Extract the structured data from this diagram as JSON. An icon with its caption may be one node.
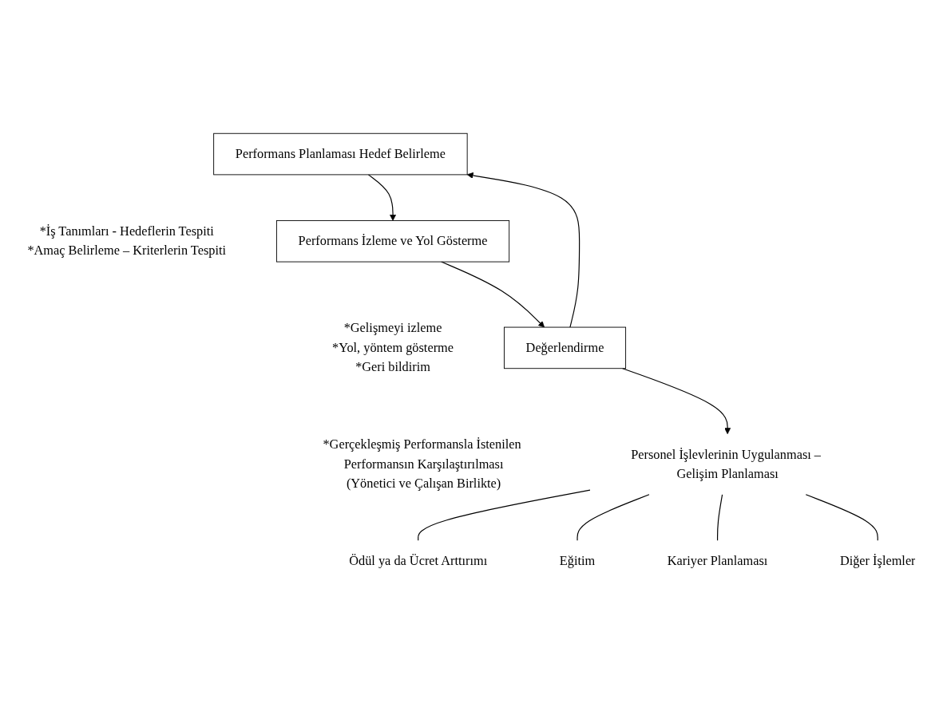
{
  "diagram": {
    "nodes": [
      {
        "text": [
          "Performans Planlaması Hedef Belirleme"
        ],
        "beside": [
          "*İş Tanımları - Hedeflerin Tespiti",
          "*Amaç Belirleme – Kriterlerin Tespiti"
        ]
      },
      {
        "text": [
          "Performans İzleme ve Yol Gösterme"
        ],
        "beside": [
          "*Gelişmeyi izleme",
          "*Yol, yöntem gösterme",
          "*Geri bildirim"
        ]
      },
      {
        "text": [
          "Değerlendirme"
        ],
        "beside": [
          "*Gerçekleşmiş Performansla İstenilen Performansın Karşılaştırılması",
          "(Yönetici ve Çalışan Birlikte)"
        ]
      },
      {
        "text": [
          "Personel İşlevlerinin Uygulanması – Gelişim Planlaması"
        ]
      },
      {
        "text": [
          "Ödül ya da Ücret Arttırımı"
        ]
      },
      {
        "text": [
          "Eğitim"
        ]
      },
      {
        "text": [
          "Kariyer Planlaması"
        ]
      },
      {
        "text": [
          "Diğer İşlemler"
        ]
      }
    ],
    "edges": [
      {
        "from": 0,
        "to": 1,
        "arrow": "to"
      },
      {
        "from": 1,
        "to": 2,
        "arrow": "to"
      },
      {
        "from": 2,
        "to": 0,
        "arrow": "to"
      },
      {
        "from": 2,
        "to": 3,
        "arrow": "to"
      },
      {
        "from": 3,
        "to": 4,
        "arrow": "none"
      },
      {
        "from": 3,
        "to": 5,
        "arrow": "none"
      },
      {
        "from": 3,
        "to": 6,
        "arrow": "none"
      },
      {
        "from": 3,
        "to": 7,
        "arrow": "none"
      }
    ]
  }
}
